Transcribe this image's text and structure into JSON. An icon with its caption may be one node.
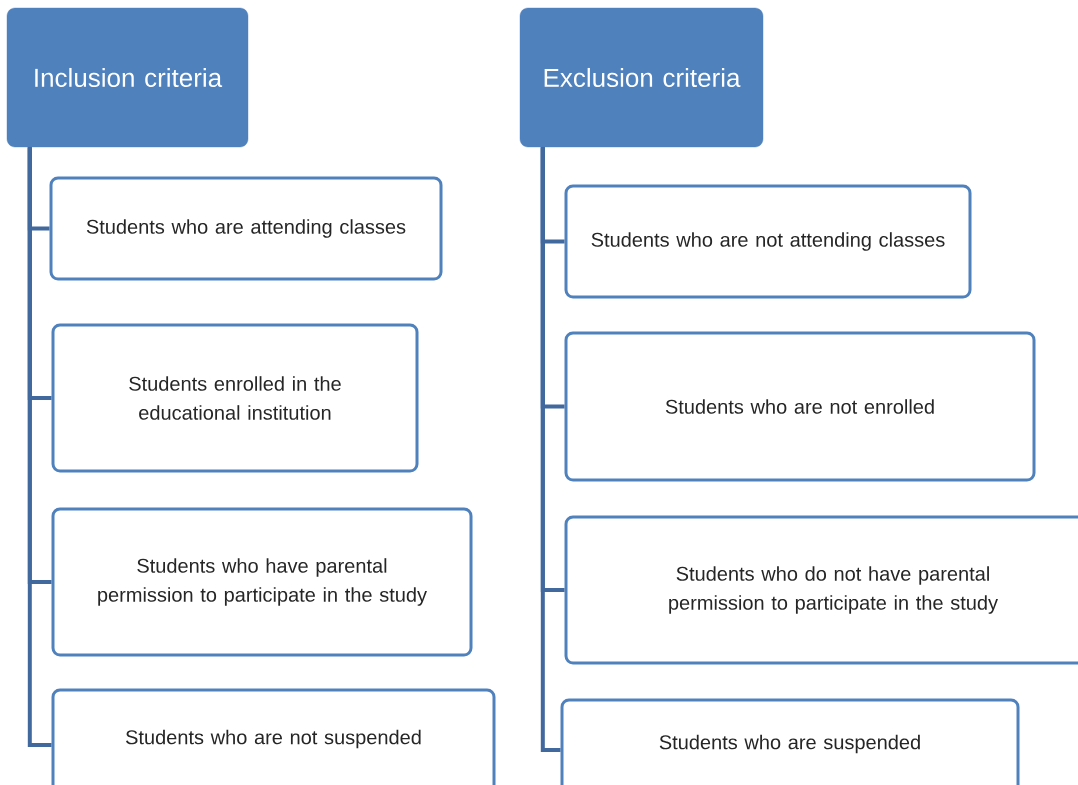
{
  "diagram": {
    "nodes": [
      {
        "text": [
          "Inclusion criteria"
        ]
      },
      {
        "text": [
          "Students who are attending classes"
        ]
      },
      {
        "text": [
          "Students enrolled in the educational institution"
        ]
      },
      {
        "text": [
          "Students who have parental permission to participate in the study"
        ]
      },
      {
        "text": [
          "Students who are not suspended"
        ]
      },
      {
        "text": [
          "Exclusion criteria"
        ]
      },
      {
        "text": [
          "Students who are not attending classes"
        ]
      },
      {
        "text": [
          "Students who are not enrolled"
        ]
      },
      {
        "text": [
          "Students who do not have parental permission to participate in the study"
        ]
      },
      {
        "text": [
          "Students who are suspended"
        ]
      }
    ],
    "edges": [
      {
        "from": 0,
        "to": 1,
        "arrow": "none"
      },
      {
        "from": 0,
        "to": 2,
        "arrow": "none"
      },
      {
        "from": 0,
        "to": 3,
        "arrow": "none"
      },
      {
        "from": 0,
        "to": 4,
        "arrow": "none"
      },
      {
        "from": 5,
        "to": 6,
        "arrow": "none"
      },
      {
        "from": 5,
        "to": 7,
        "arrow": "none"
      },
      {
        "from": 5,
        "to": 8,
        "arrow": "none"
      },
      {
        "from": 5,
        "to": 9,
        "arrow": "none"
      }
    ]
  }
}
